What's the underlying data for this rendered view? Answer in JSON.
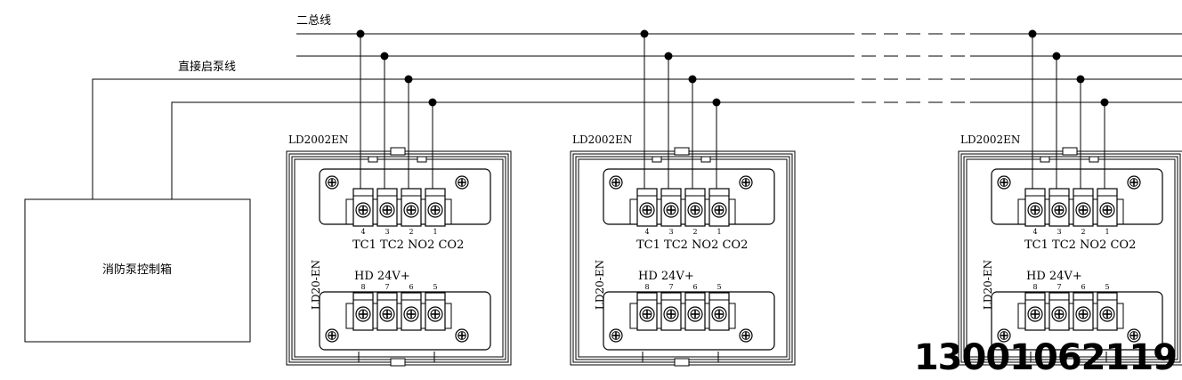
{
  "labels": {
    "bus_line": "二总线",
    "pump_line": "直接启泵线",
    "control_box": "消防泵控制箱"
  },
  "modules": [
    {
      "model": "LD2002EN",
      "side_label": "LD20-EN",
      "upper_numbers": [
        "4",
        "3",
        "2",
        "1"
      ],
      "upper_terminals": "TC1 TC2 NO2 CO2",
      "power_label": "HD 24V+",
      "lower_numbers": [
        "8",
        "7",
        "6",
        "5"
      ]
    },
    {
      "model": "LD2002EN",
      "side_label": "LD20-EN",
      "upper_numbers": [
        "4",
        "3",
        "2",
        "1"
      ],
      "upper_terminals": "TC1 TC2 NO2 CO2",
      "power_label": "HD 24V+",
      "lower_numbers": [
        "8",
        "7",
        "6",
        "5"
      ]
    },
    {
      "model": "LD2002EN",
      "side_label": "LD20-EN",
      "upper_numbers": [
        "4",
        "3",
        "2",
        "1"
      ],
      "upper_terminals": "TC1 TC2 NO2 CO2",
      "power_label": "HD 24V+",
      "lower_numbers": [
        "8",
        "7",
        "6",
        "5"
      ]
    }
  ],
  "watermark_phone": "13001062119"
}
